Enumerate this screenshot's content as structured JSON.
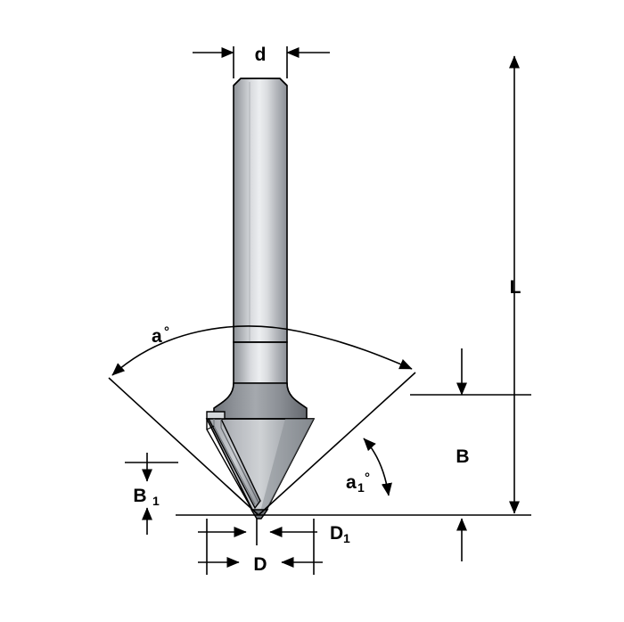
{
  "diagram": {
    "title": "Router bit dimension diagram",
    "colors": {
      "outline": "#000000",
      "background": "#ffffff",
      "shank_light": "#d7d9db",
      "shank_mid": "#b9bcc0",
      "shank_dark": "#8d9197",
      "body_light": "#c9ccd0",
      "body_mid": "#a3a7ad",
      "body_dark": "#6f7479",
      "highlight": "#eeeff1"
    },
    "labels": [
      {
        "id": "d",
        "text": "d",
        "sub": "",
        "deg": ""
      },
      {
        "id": "L",
        "text": "L",
        "sub": "",
        "deg": ""
      },
      {
        "id": "B",
        "text": "B",
        "sub": "",
        "deg": ""
      },
      {
        "id": "B1",
        "text": "B",
        "sub": "1",
        "deg": ""
      },
      {
        "id": "D",
        "text": "D",
        "sub": "",
        "deg": ""
      },
      {
        "id": "D1",
        "text": "D",
        "sub": "1",
        "deg": ""
      },
      {
        "id": "a",
        "text": "a",
        "sub": "",
        "deg": "°"
      },
      {
        "id": "a1",
        "text": "a",
        "sub": "1",
        "deg": "°"
      }
    ],
    "dimension_lines": [
      {
        "name": "d-width-top",
        "orientation": "horizontal",
        "label": "d"
      },
      {
        "name": "L-total-length",
        "orientation": "vertical",
        "label": "L"
      },
      {
        "name": "B-cut-height",
        "orientation": "vertical",
        "label": "B"
      },
      {
        "name": "B1-flute-height",
        "orientation": "vertical",
        "label": "B1"
      },
      {
        "name": "D-major-diameter",
        "orientation": "horizontal",
        "label": "D"
      },
      {
        "name": "D1-minor-diameter",
        "orientation": "horizontal",
        "label": "D1"
      },
      {
        "name": "a-included-angle",
        "orientation": "arc",
        "label": "a°"
      },
      {
        "name": "a1-point-angle",
        "orientation": "arc",
        "label": "a1°"
      }
    ]
  }
}
